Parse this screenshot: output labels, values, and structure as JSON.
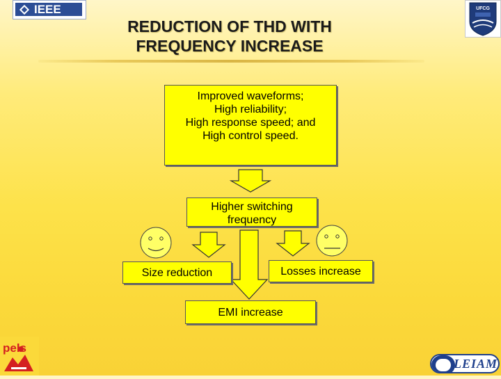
{
  "header": {
    "ieee_logo_text": "IEEE",
    "ufcg_logo_text": "UFCG"
  },
  "title": {
    "line1": "REDUCTION OF THD WITH",
    "line2": "FREQUENCY INCREASE"
  },
  "diagram": {
    "benefits_box": {
      "lines": [
        "Improved waveforms;",
        "High reliability;",
        "High response speed; and",
        "High control speed."
      ]
    },
    "switching_box": {
      "lines": [
        "Higher switching",
        "frequency"
      ]
    },
    "size_box": {
      "label": "Size reduction"
    },
    "losses_box": {
      "label": "Losses increase"
    },
    "emi_box": {
      "label": "EMI increase"
    },
    "faces": {
      "left": "happy-face",
      "right": "neutral-face"
    },
    "colors": {
      "box_fill": "#ffff00",
      "arrow_fill": "#ffff00",
      "background": "#fde24a"
    }
  },
  "footer": {
    "pels_logo_text": "pels",
    "leiam_logo_text": "LEIAM"
  }
}
